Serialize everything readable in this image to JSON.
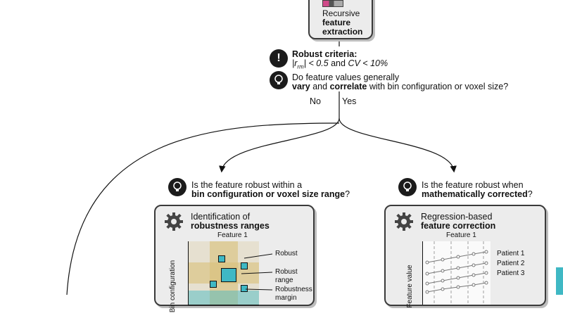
{
  "top_box": {
    "line1": "Recursive",
    "line2": "feature",
    "line3": "extraction"
  },
  "robust": {
    "title": "Robust criteria:",
    "formula_part1": "|r",
    "formula_sub": "rm",
    "formula_part2": "| < 0.5",
    "and": "and",
    "cv": "CV < 10%"
  },
  "question1": {
    "text1": "Do feature values generally",
    "vary": "vary",
    "and": "and",
    "correlate": "correlate",
    "text2": "with bin configuration or voxel size?"
  },
  "branches": {
    "no": "No",
    "yes": "Yes"
  },
  "question2": {
    "text1": "Is the feature robust within a",
    "bold": "bin configuration or voxel size range",
    "q": "?"
  },
  "question3": {
    "text1": "Is the feature robust when",
    "bold": "mathematically corrected",
    "q": "?"
  },
  "left_panel": {
    "title1": "Identification of",
    "title2": "robustness ranges",
    "feature": "Feature 1",
    "y_axis": "Bin configuration",
    "legend": {
      "robust": "Robust",
      "range1": "Robust",
      "range2": "range",
      "margin1": "Robustness",
      "margin2": "margin"
    }
  },
  "right_panel": {
    "title1": "Regression-based",
    "title2": "feature correction",
    "feature": "Feature 1",
    "y_axis": "Feature value",
    "patients": [
      "Patient 1",
      "Patient 2",
      "Patient 3"
    ]
  },
  "icons": {
    "exclamation": "exclamation-icon",
    "lightbulb": "lightbulb-icon",
    "gear": "gear-icon",
    "mri": "mri-slices-icon"
  },
  "colors": {
    "box_fill": "#ececec",
    "box_border": "#3a3a3a",
    "teal": "#3fb8c4",
    "tan": "#d9bf7a"
  }
}
